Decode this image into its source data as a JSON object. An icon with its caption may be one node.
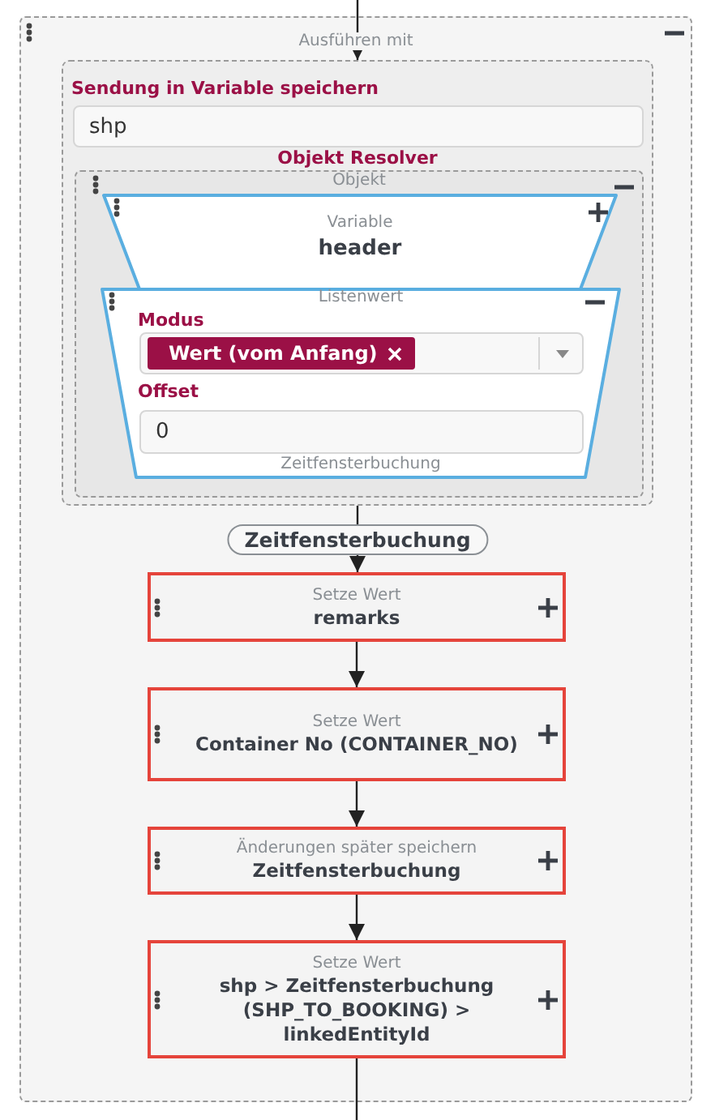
{
  "diagram": {
    "nodes": [
      {
        "text": [
          "Ausführen mit"
        ]
      },
      {
        "text": [
          "Sendung in Variable speichern",
          "shp",
          "Objekt Resolver"
        ],
        "in": 0
      },
      {
        "text": [
          "Objekt"
        ],
        "in": 1
      },
      {
        "text": [
          "Variable",
          "header"
        ],
        "in": 2
      },
      {
        "text": [
          "Listenwert",
          "Modus",
          "Wert (vom Anfang)",
          "Offset",
          "0",
          "Zeitfensterbuchung"
        ],
        "in": 2
      },
      {
        "text": [
          "Setze Wert",
          "remarks"
        ],
        "in": 0
      },
      {
        "text": [
          "Setze Wert",
          "Container No (CONTAINER_NO)"
        ],
        "in": 0
      },
      {
        "text": [
          "Änderungen später speichern",
          "Zeitfensterbuchung"
        ],
        "in": 0
      },
      {
        "text": [
          "Setze Wert",
          "shp > Zeitfensterbuchung (SHP_TO_BOOKING) > linkedEntityId"
        ],
        "in": 0
      }
    ],
    "edges": [
      {
        "from": null,
        "to": 1,
        "arrow": "to"
      },
      {
        "from": 1,
        "to": 5,
        "arrow": "to",
        "label": "Zeitfensterbuchung"
      },
      {
        "from": 5,
        "to": 6,
        "arrow": "to"
      },
      {
        "from": 6,
        "to": 7,
        "arrow": "to"
      },
      {
        "from": 7,
        "to": 8,
        "arrow": "to"
      },
      {
        "from": 8,
        "to": null,
        "arrow": "none"
      }
    ]
  }
}
